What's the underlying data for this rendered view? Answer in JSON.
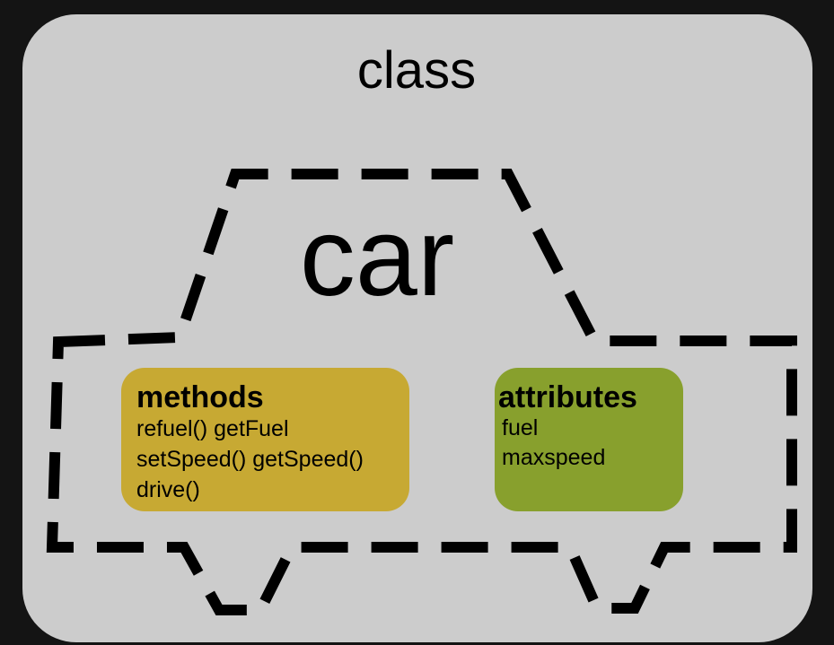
{
  "diagram": {
    "class_label": "class",
    "object_label": "car",
    "methods": {
      "heading": "methods",
      "lines": [
        "refuel() getFuel",
        "setSpeed() getSpeed()",
        "drive()"
      ]
    },
    "attributes": {
      "heading": "attributes",
      "lines": [
        "fuel",
        "maxspeed"
      ]
    }
  },
  "colors": {
    "background": "#141414",
    "panel": "#cccccc",
    "methods_box": "#c7a933",
    "attributes_box": "#88a02d",
    "outline": "#000000"
  },
  "icons": {
    "car_outline": "car-outline-icon"
  }
}
